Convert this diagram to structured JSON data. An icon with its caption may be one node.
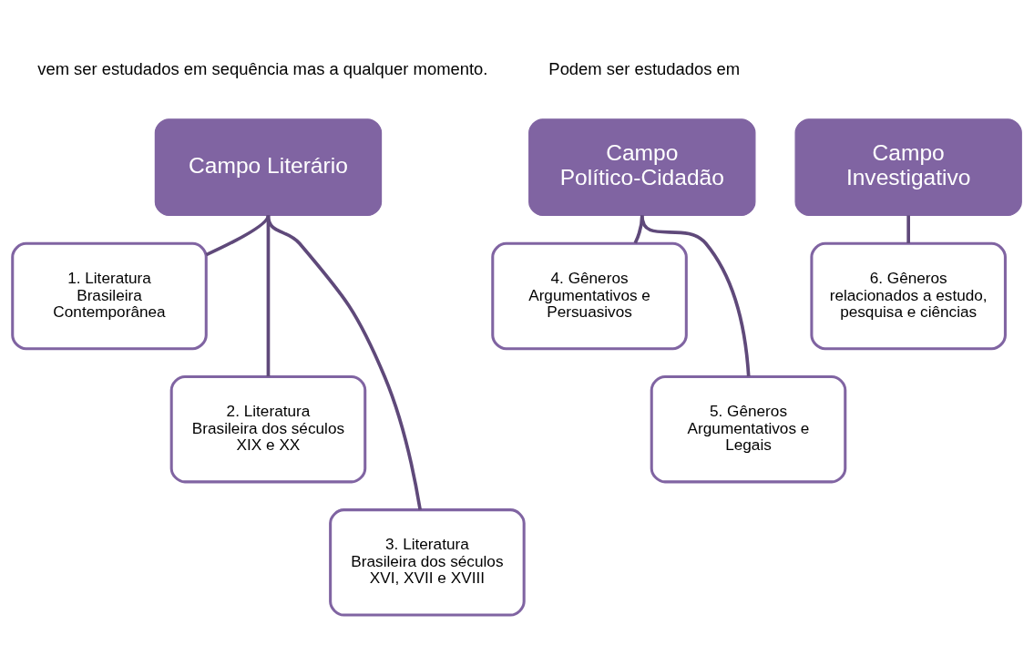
{
  "diagram": {
    "nodes": [
      {
        "text": [
          "Campo Literário"
        ]
      },
      {
        "text": [
          "1. Literatura Brasileira Contemporânea"
        ]
      },
      {
        "text": [
          "2. Literatura Brasileira dos séculos XIX e XX"
        ]
      },
      {
        "text": [
          "3. Literatura Brasileira dos séculos XVI, XVII e XVIII"
        ]
      },
      {
        "text": [
          "Campo Político-Cidadão"
        ]
      },
      {
        "text": [
          "4. Gêneros Argumentativos e Persuasivos"
        ]
      },
      {
        "text": [
          "5. Gêneros Argumentativos e Legais"
        ]
      },
      {
        "text": [
          "Campo Investigativo"
        ]
      },
      {
        "text": [
          "6. Gêneros relacionados a estudo, pesquisa e ciências"
        ]
      }
    ],
    "edges": [
      {
        "from": 0,
        "to": 1,
        "arrow": "none"
      },
      {
        "from": 0,
        "to": 2,
        "arrow": "none"
      },
      {
        "from": 0,
        "to": 3,
        "arrow": "none"
      },
      {
        "from": 4,
        "to": 5,
        "arrow": "none"
      },
      {
        "from": 4,
        "to": 6,
        "arrow": "none"
      },
      {
        "from": 7,
        "to": 8,
        "arrow": "none"
      }
    ],
    "labels": [
      "Podem ser estudados em",
      "vem ser estudados em sequência mas a qualquer momento."
    ]
  }
}
